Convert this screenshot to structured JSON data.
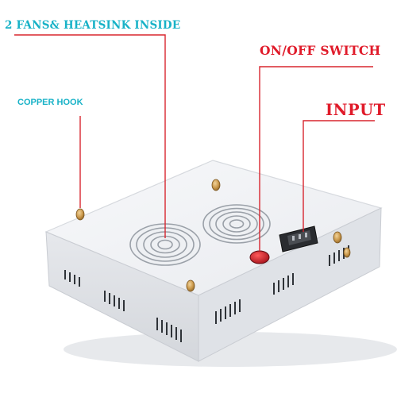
{
  "callouts": {
    "fans": "2 FANS& HEATSINK INSIDE",
    "switch": "ON/OFF SWITCH",
    "hook": "COPPER HOOK",
    "input": "INPUT"
  },
  "colors": {
    "fans_text": "#18b2c7",
    "hook_text": "#18b2c7",
    "switch_text": "#e01b2a",
    "input_text": "#e01b2a",
    "leader_line": "#d8262f",
    "housing": "#f3f4f6",
    "switch_button": "#d31f26",
    "brass": "#c9974a"
  }
}
